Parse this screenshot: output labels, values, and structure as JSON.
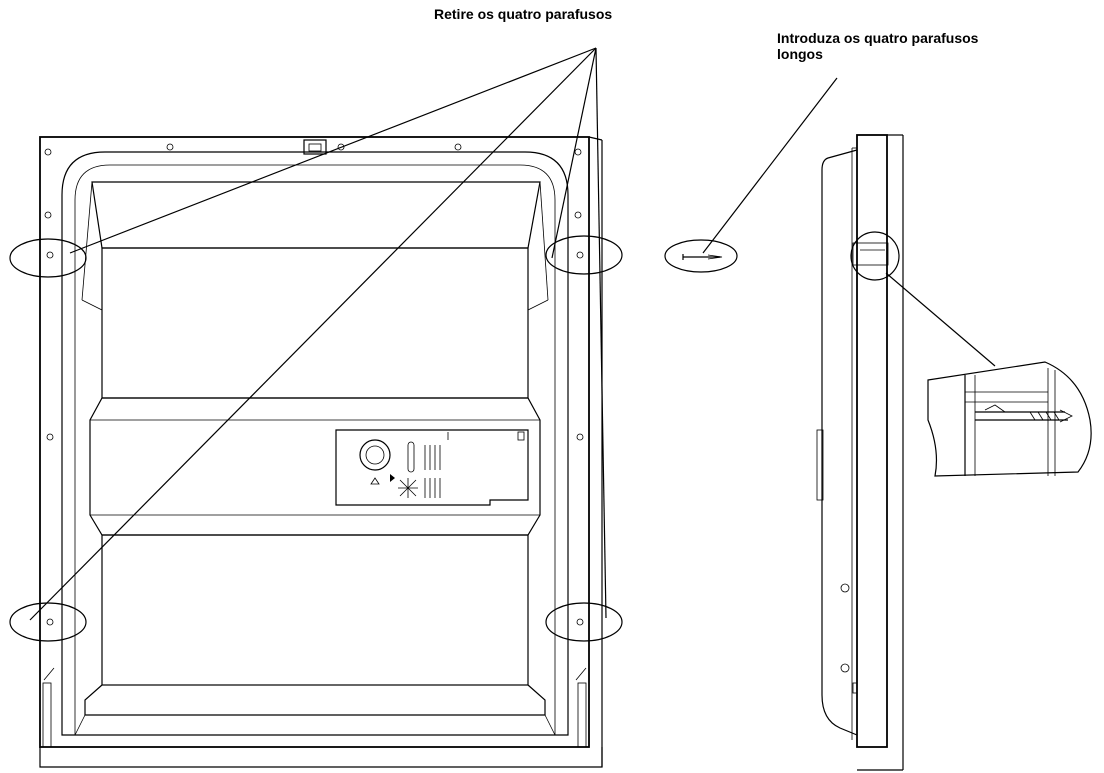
{
  "callouts": {
    "remove_screws": "Retire os quatro parafusos",
    "insert_screws_line1": "Introduza os quatro parafusos",
    "insert_screws_line2": "longos"
  },
  "icons": {
    "screw": "screw-icon",
    "dispenser_knob": "dispenser-knob-icon",
    "rinse_aid_indicator": "rinse-aid-sun-icon"
  },
  "colors": {
    "line": "#000000",
    "background": "#ffffff"
  }
}
